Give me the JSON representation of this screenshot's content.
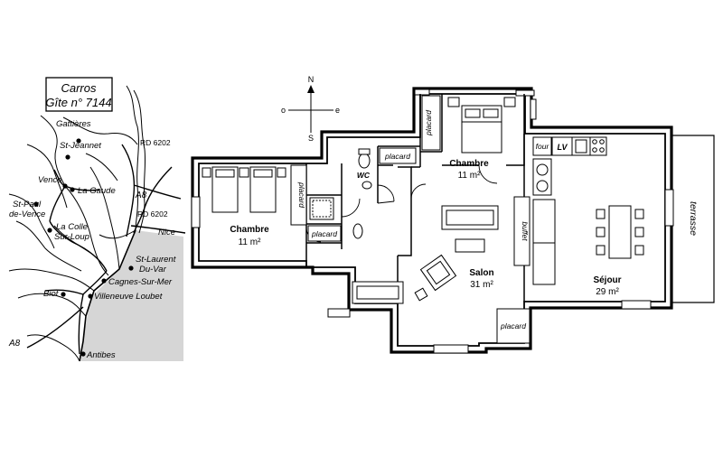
{
  "map": {
    "title_line1": "Carros",
    "title_line2": "Gîte n° 7144",
    "places": {
      "gattieres": "Gattières",
      "st_jeannet": "St-Jeannet",
      "vence": "Vence",
      "la_gaude": "La Gaude",
      "st_paul_1": "St-Paul",
      "st_paul_2": "de-Vence",
      "la_colle_1": "La Colle",
      "la_colle_2": "Sur-Loup",
      "nice": "Nice",
      "st_laurent_1": "St-Laurent",
      "st_laurent_2": "Du-Var",
      "cagnes": "Cagnes-Sur-Mer",
      "villeneuve": "Villeneuve Loubet",
      "biot": "Biot",
      "antibes": "Antibes"
    },
    "roads": {
      "rd6202_top": "RD 6202",
      "rd6202_mid": "RD 6202",
      "a8_right": "A8",
      "a8_left": "A8"
    }
  },
  "compass": {
    "n": "N",
    "s": "S",
    "e": "e",
    "o": "o"
  },
  "plan": {
    "chambre1_name": "Chambre",
    "chambre1_area": "11 m²",
    "chambre2_name": "Chambre",
    "chambre2_area": "11 m²",
    "salon_name": "Salon",
    "salon_area": "31 m²",
    "sejour_name": "Séjour",
    "sejour_area": "29 m²",
    "placard_chambre1": "placard",
    "placard_bath": "placard",
    "placard_hall": "placard",
    "placard_chambre2": "placard",
    "placard_bottom": "placard",
    "wc": "WC",
    "four": "four",
    "lv": "LV",
    "buffet": "buffet",
    "terrasse": "terrasse"
  }
}
